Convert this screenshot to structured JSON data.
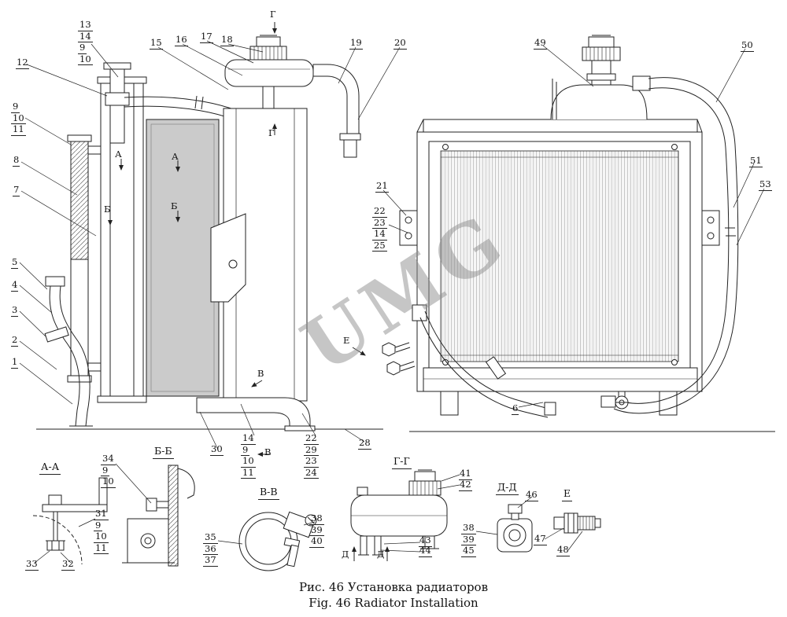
{
  "figure": {
    "caption_ru": "Рис. 46 Установка радиаторов",
    "caption_en": "Fig. 46 Radiator Installation",
    "watermark": "UMG"
  },
  "sections": {
    "aa": "А-А",
    "bb": "Б-Б",
    "vv": "В-В",
    "gg": "Г-Г",
    "dd": "Д-Д",
    "e": "Е"
  },
  "view_letters": {
    "a1": "А",
    "a2": "А",
    "b1": "Б",
    "b2": "Б",
    "v1": "В",
    "v2": "В",
    "g_top": "Г",
    "g_bot": "Г",
    "e": "Е",
    "d1": "Д",
    "d2": "Д"
  },
  "callouts": {
    "single": {
      "c1": "1",
      "c2": "2",
      "c3": "3",
      "c4": "4",
      "c5": "5",
      "c6": "6",
      "c7": "7",
      "c8": "8",
      "c12": "12",
      "c15": "15",
      "c16": "16",
      "c17": "17",
      "c18": "18",
      "c19": "19",
      "c20": "20",
      "c21": "21",
      "c28": "28",
      "c30": "30",
      "c32": "32",
      "c33": "33",
      "c41": "41",
      "c42": "42",
      "c43": "43",
      "c44": "44",
      "c46": "46",
      "c47": "47",
      "c48": "48",
      "c49": "49",
      "c50": "50",
      "c51": "51",
      "c53": "53"
    },
    "stacks": {
      "top_left": [
        "13",
        "14",
        "9",
        "10"
      ],
      "left": [
        "9",
        "10",
        "11"
      ],
      "right_mid": [
        "22",
        "23",
        "14",
        "25"
      ],
      "bottom_a": [
        "14",
        "9",
        "10",
        "11"
      ],
      "bottom_b": [
        "22",
        "29",
        "23",
        "24"
      ],
      "detail_bb": [
        "34",
        "9",
        "10"
      ],
      "detail_aa": [
        "31",
        "9",
        "10",
        "11"
      ],
      "vv_left": [
        "35",
        "36",
        "37"
      ],
      "vv_right": [
        "38",
        "39",
        "40"
      ],
      "dd_left": [
        "38",
        "39",
        "45"
      ]
    }
  }
}
